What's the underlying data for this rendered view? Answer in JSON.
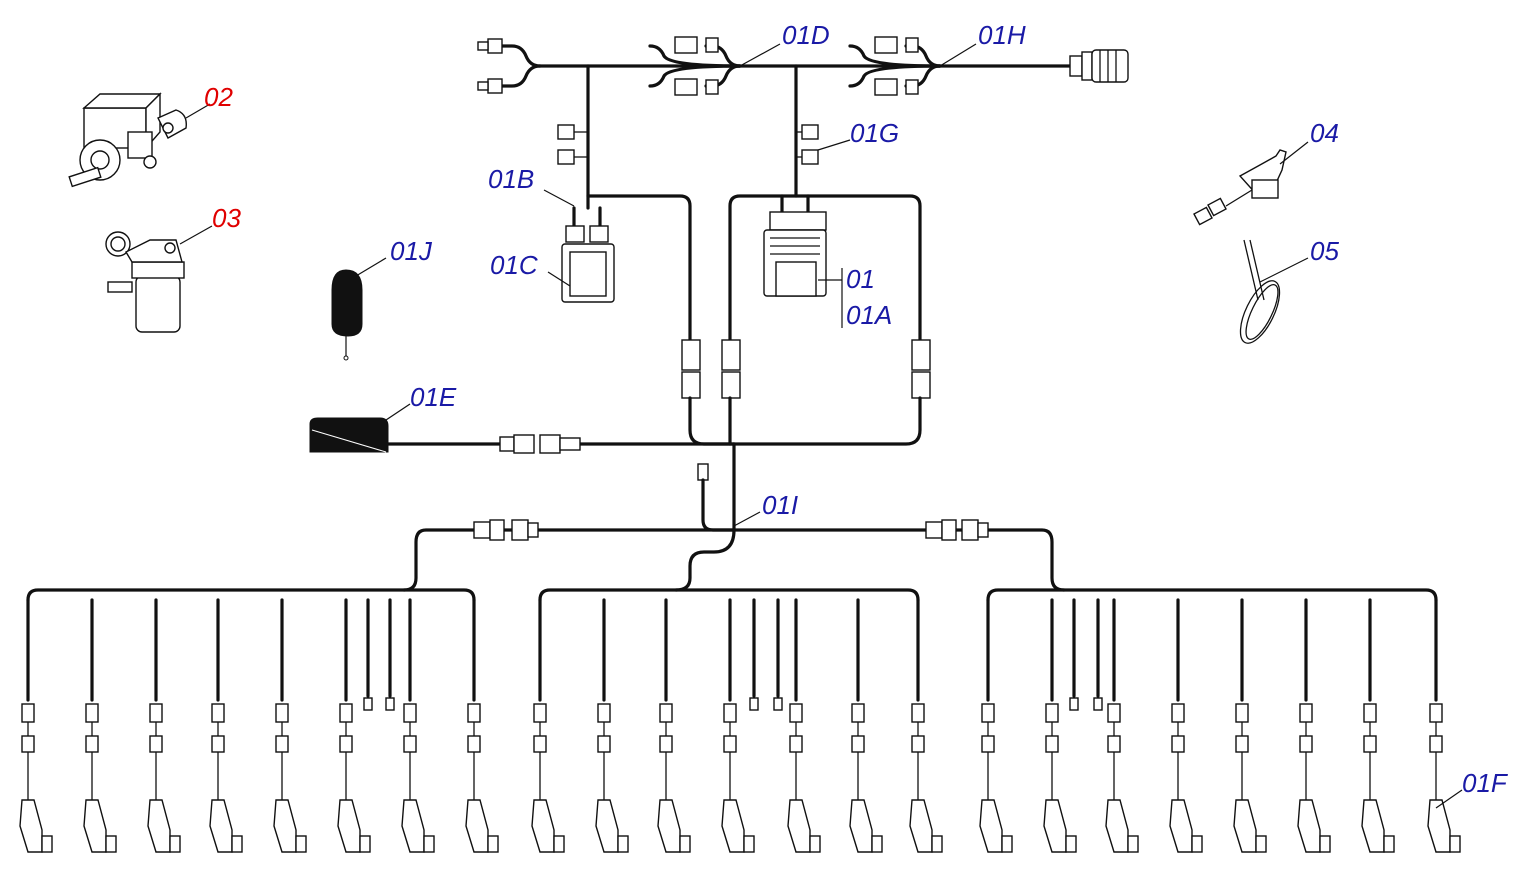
{
  "labels": {
    "p02": "02",
    "p03": "03",
    "p01": "01",
    "p01a": "01A",
    "p01b": "01B",
    "p01c": "01C",
    "p01d": "01D",
    "p01e": "01E",
    "p01f": "01F",
    "p01g": "01G",
    "p01h": "01H",
    "p01i": "01I",
    "p01j": "01J",
    "p04": "04",
    "p05": "05"
  },
  "colors": {
    "red_label": "#e00000",
    "blue_label": "#1a1aa6",
    "line": "#111111"
  }
}
